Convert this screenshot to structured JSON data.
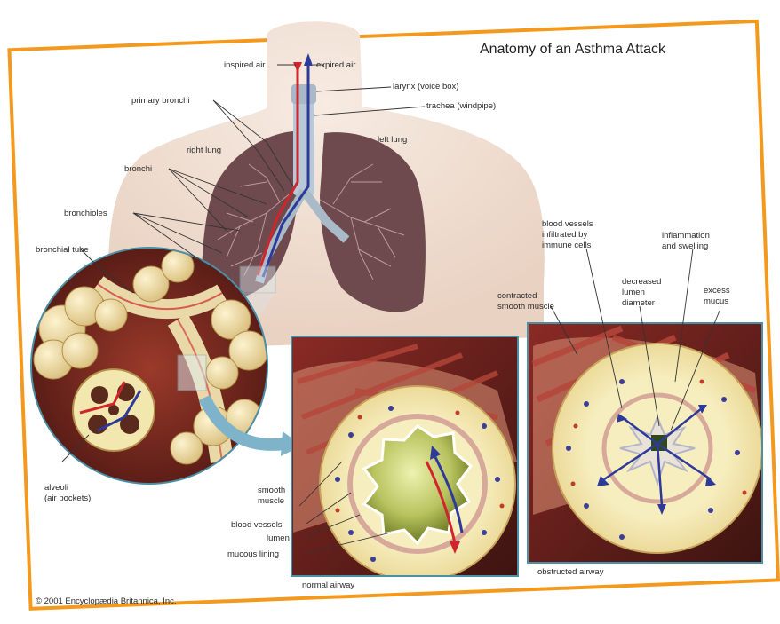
{
  "title": "Anatomy of an Asthma Attack",
  "labels": {
    "inspired_air": "inspired air",
    "expired_air": "expired air",
    "larynx": "larynx (voice box)",
    "trachea": "trachea (windpipe)",
    "primary_bronchi": "primary bronchi",
    "right_lung": "right lung",
    "left_lung": "left lung",
    "bronchi": "bronchi",
    "bronchioles": "bronchioles",
    "bronchial_tube": "bronchial tube",
    "alveoli_1": "alveoli",
    "alveoli_2": "(air pockets)",
    "smooth_muscle_1": "smooth",
    "smooth_muscle_2": "muscle",
    "blood_vessels": "blood vessels",
    "lumen": "lumen",
    "mucous_lining": "mucous lining",
    "normal_airway": "normal airway",
    "obstructed_airway": "obstructed airway",
    "contracted_1": "contracted",
    "contracted_2": "smooth muscle",
    "infiltrated_1": "blood vessels",
    "infiltrated_2": "infiltrated by",
    "infiltrated_3": "immune cells",
    "decreased_1": "decreased",
    "decreased_2": "lumen",
    "decreased_3": "diameter",
    "inflammation_1": "inflammation",
    "inflammation_2": "and swelling",
    "excess_1": "excess",
    "excess_2": "mucus"
  },
  "copyright": "© 2001 Encyclopædia Britannica, Inc.",
  "colors": {
    "frame": "#f39a1e",
    "lung": "#6e4a4e",
    "lung_vessels": "#caa7a7",
    "skin": "#efdacb",
    "artery_red": "#d0262b",
    "vein_blue": "#2e3a9a",
    "panel_border": "#4a8fa6",
    "muscle_red": "#b5463a",
    "wall_cream": "#f3e7b0",
    "lumen_green": "#bcc66a"
  }
}
